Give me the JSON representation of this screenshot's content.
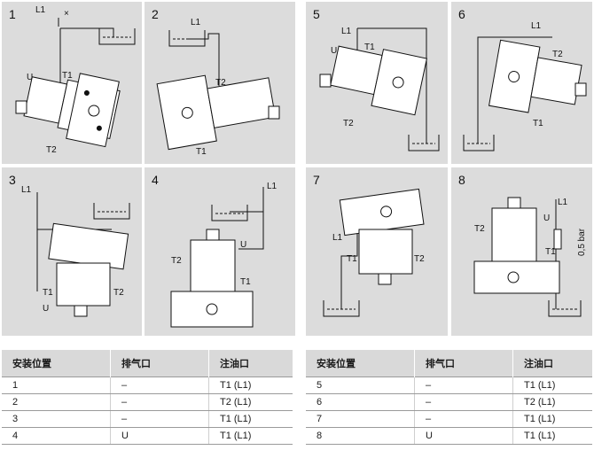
{
  "panels": [
    {
      "number": "1",
      "labels": [
        "L1",
        "U",
        "T1",
        "T2"
      ]
    },
    {
      "number": "2",
      "labels": [
        "L1",
        "T2",
        "T1"
      ]
    },
    {
      "number": "3",
      "labels": [
        "L1",
        "T1",
        "T2",
        "U"
      ]
    },
    {
      "number": "4",
      "labels": [
        "L1",
        "U",
        "T2",
        "T1"
      ]
    },
    {
      "number": "5",
      "labels": [
        "L1",
        "U",
        "T1",
        "T2"
      ]
    },
    {
      "number": "6",
      "labels": [
        "L1",
        "T2",
        "T1"
      ]
    },
    {
      "number": "7",
      "labels": [
        "L1",
        "T1",
        "T2"
      ]
    },
    {
      "number": "8",
      "labels": [
        "L1",
        "U",
        "T2",
        "T1"
      ],
      "pressure_label": "0,5 bar"
    }
  ],
  "tables": [
    {
      "headers": [
        "安装位置",
        "排气口",
        "注油口"
      ],
      "rows": [
        {
          "position": "1",
          "vent": "–",
          "fill": "T1 (L1)"
        },
        {
          "position": "2",
          "vent": "–",
          "fill": "T2 (L1)"
        },
        {
          "position": "3",
          "vent": "–",
          "fill": "T1 (L1)"
        },
        {
          "position": "4",
          "vent": "U",
          "fill": "T1 (L1)"
        }
      ]
    },
    {
      "headers": [
        "安装位置",
        "排气口",
        "注油口"
      ],
      "rows": [
        {
          "position": "5",
          "vent": "–",
          "fill": "T1 (L1)"
        },
        {
          "position": "6",
          "vent": "–",
          "fill": "T2 (L1)"
        },
        {
          "position": "7",
          "vent": "–",
          "fill": "T1 (L1)"
        },
        {
          "position": "8",
          "vent": "U",
          "fill": "T1 (L1)"
        }
      ]
    }
  ],
  "colors": {
    "panel_bg": "#dcdcdc",
    "header_bg": "#d9d9d9",
    "line": "#111111"
  }
}
